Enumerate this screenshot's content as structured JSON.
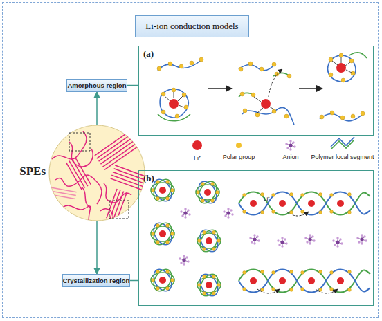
{
  "diagram": {
    "title": "Li-ion conduction models",
    "nodes": [
      {
        "text": [
          "SPEs"
        ]
      },
      {
        "text": [
          "Amorphous region"
        ]
      },
      {
        "text": [
          "Crystallization region"
        ]
      },
      {
        "text": [
          "(a)"
        ]
      },
      {
        "text": [
          "(b)"
        ]
      }
    ],
    "edges": [
      {
        "from": 0,
        "to": 1,
        "arrow": "to"
      },
      {
        "from": 0,
        "to": 2,
        "arrow": "to"
      },
      {
        "from": 1,
        "to": 3,
        "arrow": "none"
      },
      {
        "from": 2,
        "to": 4,
        "arrow": "none"
      }
    ],
    "labels": [
      "Li⁺"
    ],
    "legend": [
      {
        "text": "Li⁺",
        "color": "#e0262b"
      },
      {
        "text": "Polar group",
        "color": "#f2c12e"
      },
      {
        "text": "Anion"
      },
      {
        "text": "Polymer local segment"
      }
    ]
  }
}
